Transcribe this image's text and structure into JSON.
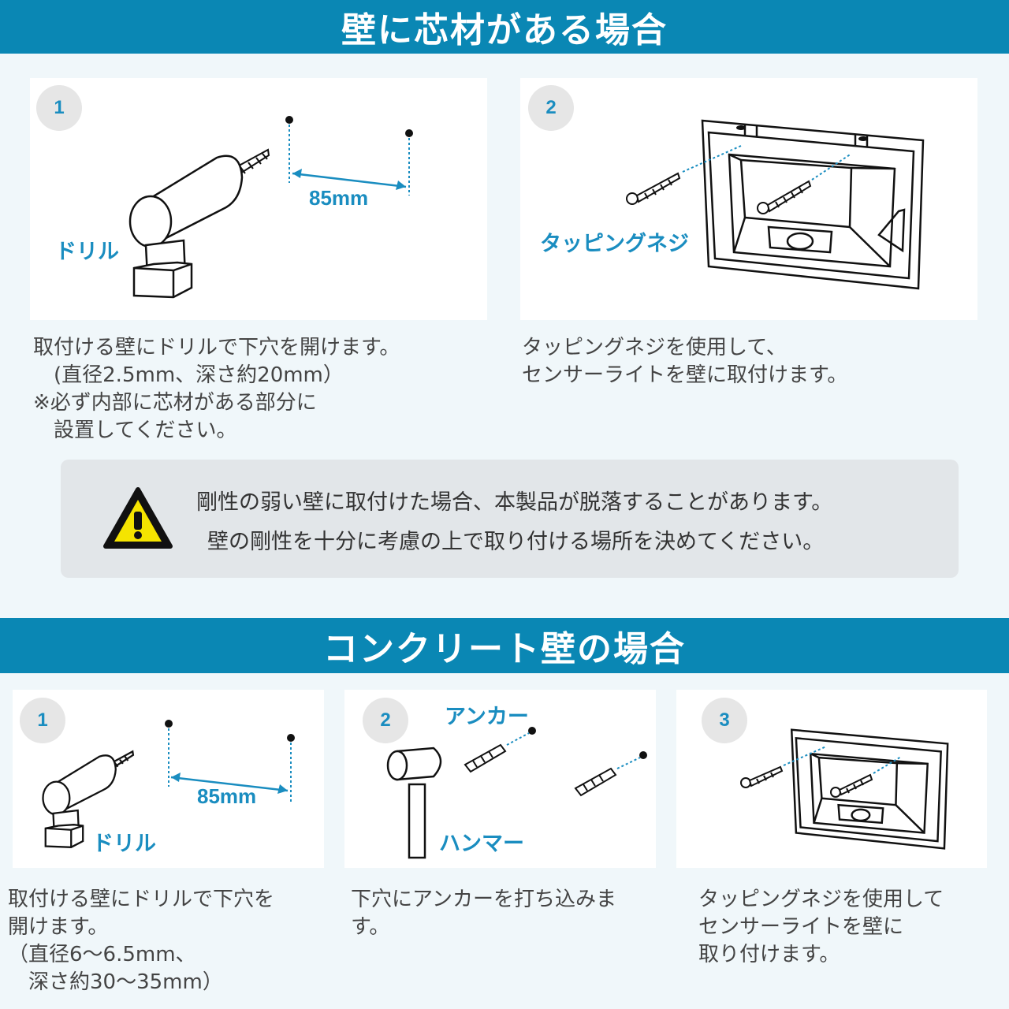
{
  "section1": {
    "title": "壁に芯材がある場合",
    "step1": {
      "number": "1",
      "drill_label": "ドリル",
      "distance": "85mm",
      "description": "取付ける壁にドリルで下穴を開けます。\n　(直径2.5mm、深さ約20mm）\n※必ず内部に芯材がある部分に\n　設置してください。"
    },
    "step2": {
      "number": "2",
      "screw_label": "タッピングネジ",
      "description": "タッピングネジを使用して、\nセンサーライトを壁に取付けます。"
    }
  },
  "warning": {
    "icon": "warning-triangle-icon",
    "line1": "剛性の弱い壁に取付けた場合、本製品が脱落することがあります。",
    "line2": "壁の剛性を十分に考慮の上で取り付ける場所を決めてください。"
  },
  "section2": {
    "title": "コンクリート壁の場合",
    "step1": {
      "number": "1",
      "drill_label": "ドリル",
      "distance": "85mm",
      "description": "取付ける壁にドリルで下穴を\n開けます。\n（直径6～6.5mm、\n　深さ約30～35mm）"
    },
    "step2": {
      "number": "2",
      "anchor_label": "アンカー",
      "hammer_label": "ハンマー",
      "description": "下穴にアンカーを打ち込みま\nす。"
    },
    "step3": {
      "number": "3",
      "description": "タッピングネジを使用して\nセンサーライトを壁に\n取り付けます。"
    }
  },
  "colors": {
    "banner": "#0a87b4",
    "accent": "#1a8dc0",
    "warning_yellow": "#f5e400"
  }
}
